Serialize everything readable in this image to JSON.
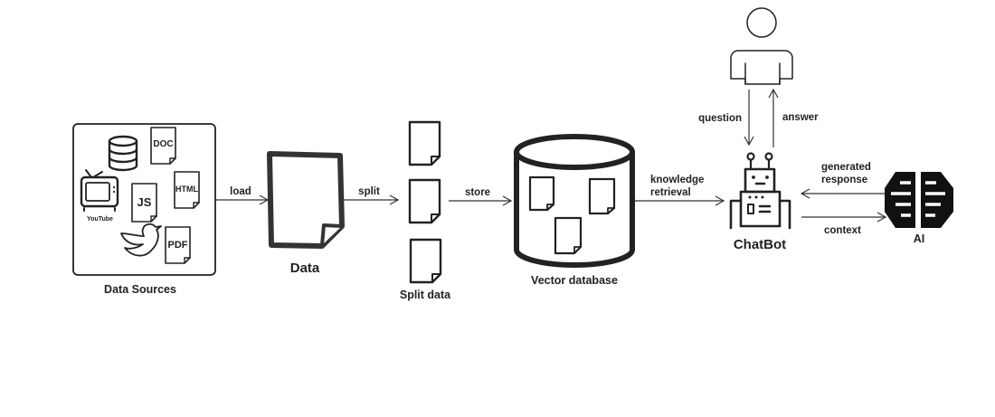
{
  "nodes": {
    "data_sources": {
      "label": "Data Sources",
      "items": {
        "doc": "DOC",
        "html": "HTML",
        "js": "JS",
        "pdf": "PDF",
        "youtube": "YouTube",
        "database_icon": "database-icon",
        "twitter_icon": "twitter-bird-icon",
        "tv_icon": "tv-icon"
      }
    },
    "data": {
      "label": "Data"
    },
    "split_data": {
      "label": "Split data"
    },
    "vector_db": {
      "label": "Vector database"
    },
    "chatbot": {
      "label": "ChatBot"
    },
    "ai": {
      "label": "AI"
    },
    "user": {
      "icon": "person-icon"
    }
  },
  "edges": {
    "load": "load",
    "split": "split",
    "store": "store",
    "knowledge_retrieval_1": "knowledge",
    "knowledge_retrieval_2": "retrieval",
    "question": "question",
    "answer": "answer",
    "generated_response_1": "generated",
    "generated_response_2": "response",
    "context": "context"
  },
  "colors": {
    "ink": "#222222",
    "background": "#ffffff"
  }
}
